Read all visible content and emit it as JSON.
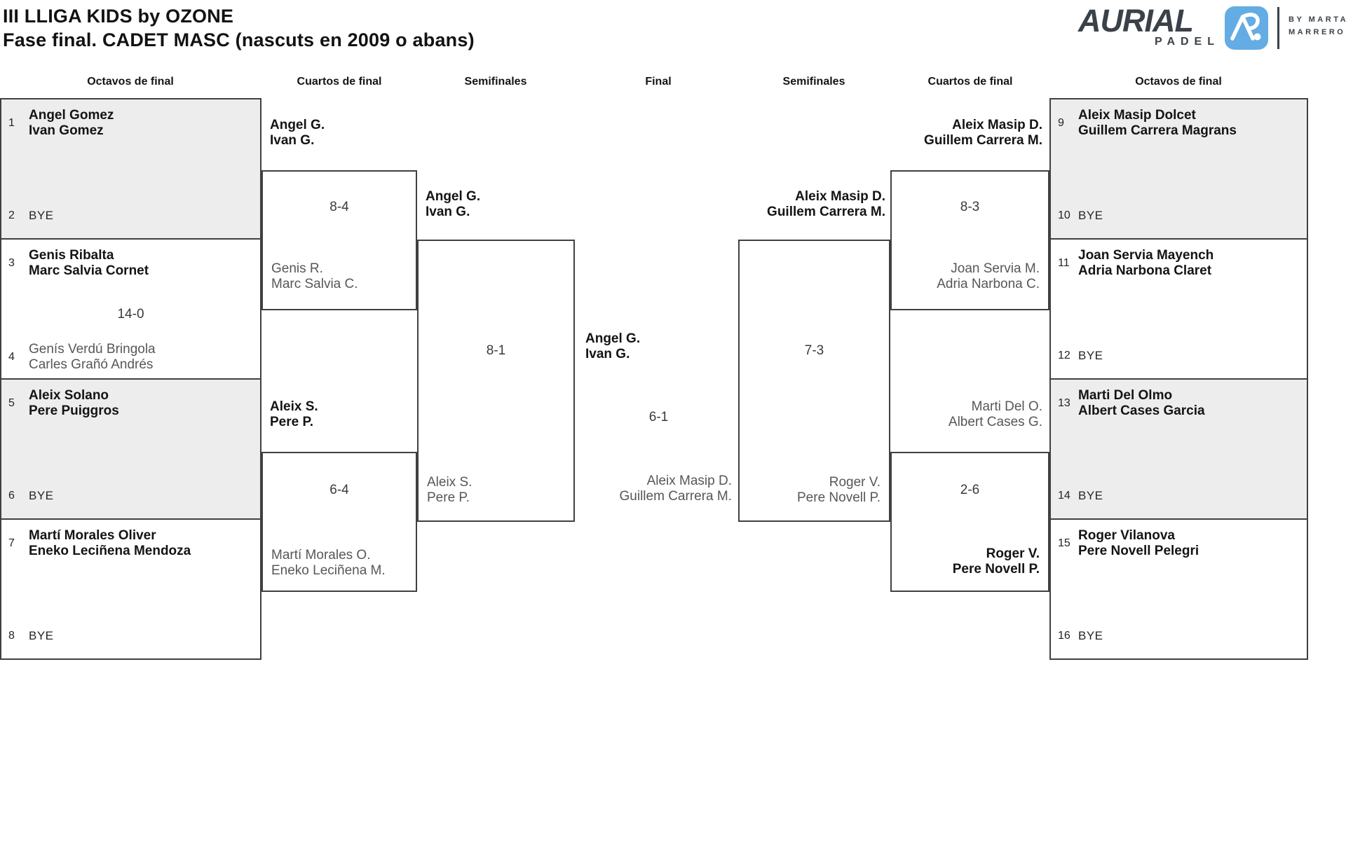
{
  "title": {
    "line1": "III LLIGA KIDS by OZONE",
    "line2": "Fase final. CADET MASC (nascuts en 2009 o abans)"
  },
  "logo": {
    "brand": "AURIAL",
    "sub": "PADEL",
    "icon": "A-monogram",
    "by1": "BY MARTA",
    "by2": "MARRERO"
  },
  "rounds": [
    "Octavos de final",
    "Cuartos de final",
    "Semifinales",
    "Final",
    "Semifinales",
    "Cuartos de final",
    "Octavos de final"
  ],
  "r16": {
    "m1": {
      "seed_top": "1",
      "top1": "Angel Gomez",
      "top2": "Ivan Gomez",
      "seed_bot": "2",
      "bot1": "BYE"
    },
    "m2": {
      "seed_top": "3",
      "top1": "Genis Ribalta",
      "top2": "Marc Salvia Cornet",
      "score": "14-0",
      "seed_bot": "4",
      "bot1": "Genís Verdú Bringola",
      "bot2": "Carles Grañó Andrés"
    },
    "m3": {
      "seed_top": "5",
      "top1": "Aleix Solano",
      "top2": "Pere Puiggros",
      "seed_bot": "6",
      "bot1": "BYE"
    },
    "m4": {
      "seed_top": "7",
      "top1": "Martí Morales Oliver",
      "top2": "Eneko Leciñena Mendoza",
      "seed_bot": "8",
      "bot1": "BYE"
    },
    "m5": {
      "seed_top": "9",
      "top1": "Aleix Masip Dolcet",
      "top2": "Guillem Carrera Magrans",
      "seed_bot": "10",
      "bot1": "BYE"
    },
    "m6": {
      "seed_top": "11",
      "top1": "Joan Servia Mayench",
      "top2": "Adria Narbona Claret",
      "seed_bot": "12",
      "bot1": "BYE"
    },
    "m7": {
      "seed_top": "13",
      "top1": "Marti Del Olmo",
      "top2": "Albert Cases Garcia",
      "seed_bot": "14",
      "bot1": "BYE"
    },
    "m8": {
      "seed_top": "15",
      "top1": "Roger Vilanova",
      "top2": "Pere Novell Pelegri",
      "seed_bot": "16",
      "bot1": "BYE"
    }
  },
  "qf": {
    "l1": {
      "in1": "Angel G.",
      "in2": "Ivan G.",
      "score": "8-4",
      "low1": "Genis R.",
      "low2": "Marc Salvia C."
    },
    "l2": {
      "in1": "Aleix S.",
      "in2": "Pere P.",
      "score": "6-4",
      "low1": "Martí Morales O.",
      "low2": "Eneko Leciñena M."
    },
    "r1": {
      "in1": "Aleix Masip D.",
      "in2": "Guillem Carrera M.",
      "score": "8-3",
      "low1": "Joan Servia M.",
      "low2": "Adria Narbona C."
    },
    "r2": {
      "in1": "Marti Del O.",
      "in2": "Albert Cases G.",
      "score": "2-6",
      "low1": "Roger V.",
      "low2": "Pere Novell P."
    }
  },
  "sf": {
    "l": {
      "in1": "Angel G.",
      "in2": "Ivan G.",
      "score": "8-1",
      "low1": "Aleix S.",
      "low2": "Pere P."
    },
    "r": {
      "in1": "Aleix Masip D.",
      "in2": "Guillem Carrera M.",
      "score": "7-3",
      "low1": "Roger V.",
      "low2": "Pere Novell P."
    }
  },
  "final": {
    "champion1": "Angel G.",
    "champion2": "Ivan G.",
    "score": "6-1",
    "runnerup1": "Aleix Masip D.",
    "runnerup2": "Guillem Carrera M."
  },
  "colors": {
    "border": "#404040",
    "shade": "#EDEDED",
    "loser": "#575757",
    "text": "#161616",
    "score": "#3A3A3A",
    "accent": "#64ACE4",
    "brand": "#3A4148"
  }
}
